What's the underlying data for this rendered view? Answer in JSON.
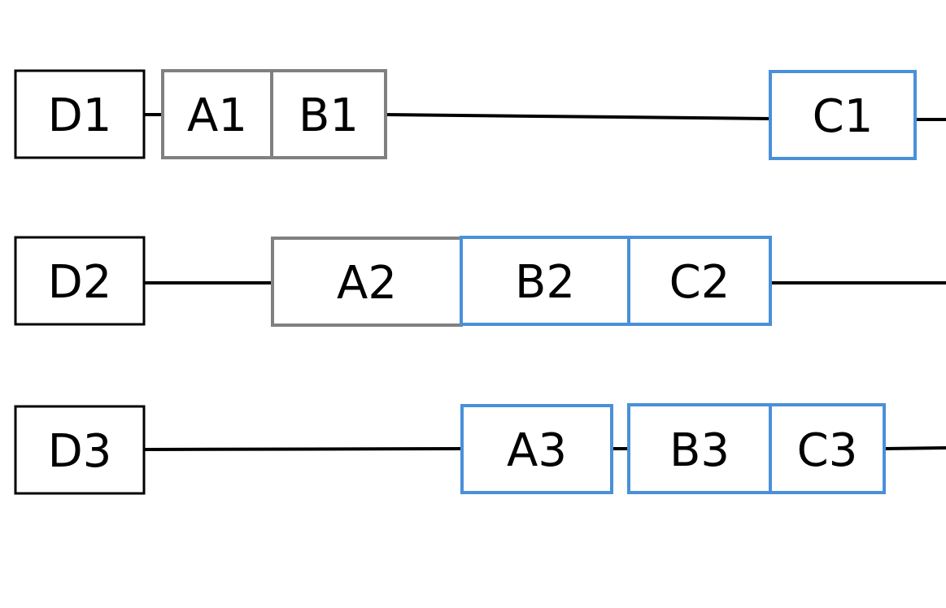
{
  "colors": {
    "black": "#000000",
    "gray": "#808080",
    "blue": "#4a90d9"
  },
  "rows": [
    {
      "label": "D1",
      "blocks": [
        {
          "label": "A1",
          "color": "gray"
        },
        {
          "label": "B1",
          "color": "gray"
        },
        {
          "label": "C1",
          "color": "blue"
        }
      ]
    },
    {
      "label": "D2",
      "blocks": [
        {
          "label": "A2",
          "color": "gray"
        },
        {
          "label": "B2",
          "color": "blue"
        },
        {
          "label": "C2",
          "color": "blue"
        }
      ]
    },
    {
      "label": "D3",
      "blocks": [
        {
          "label": "A3",
          "color": "blue"
        },
        {
          "label": "B3",
          "color": "blue"
        },
        {
          "label": "C3",
          "color": "blue"
        }
      ]
    }
  ]
}
